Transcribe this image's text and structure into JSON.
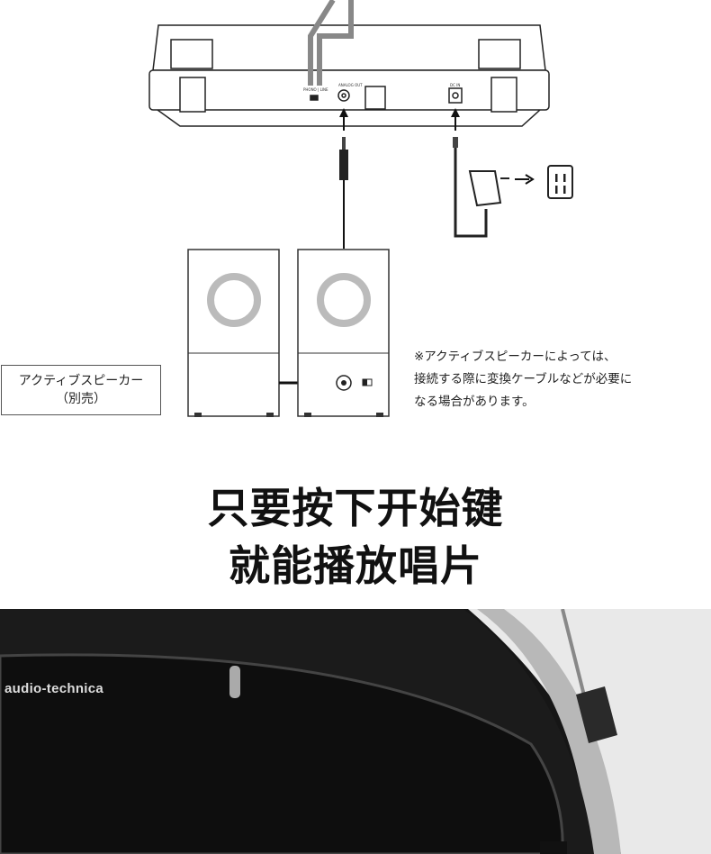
{
  "diagram": {
    "panel_labels": {
      "switch": "PHONO | LINE",
      "analog_out": "ANALOG OUT",
      "dc_in": "DC IN"
    },
    "speaker_label": {
      "line1": "アクティブスピーカー",
      "line2": "（別売）"
    },
    "note": {
      "line1": "※アクティブスピーカーによっては、",
      "line2": "接続する際に変換ケーブルなどが必要に",
      "line3": "なる場合があります。"
    }
  },
  "heading": {
    "line1": "只要按下开始键",
    "line2": "就能播放唱片"
  },
  "photo": {
    "brand": "audio-technica"
  }
}
